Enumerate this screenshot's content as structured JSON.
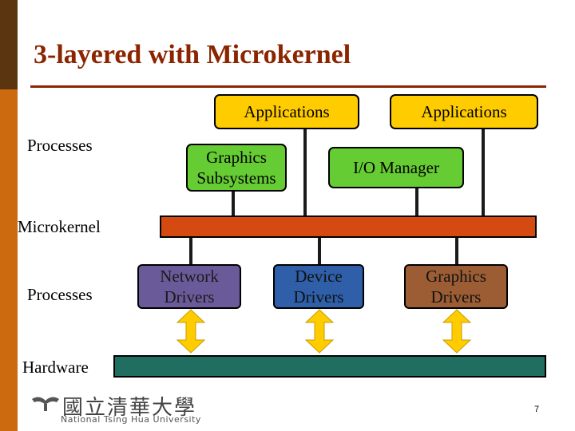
{
  "slide": {
    "title": "3-layered with Microkernel",
    "page_number": "7",
    "colors": {
      "title": "#8b2500",
      "applications": "#ffcc00",
      "managers": "#66cc33",
      "microkernel_bar": "#d54a10",
      "hardware_bar": "#1f6e60",
      "network_drivers": "#6b5a99",
      "device_drivers": "#2e5fa8",
      "graphics_drivers": "#9c5d34",
      "arrows": "#ffcc00"
    }
  },
  "labels": {
    "processes_top": "Processes",
    "microkernel": "Microkernel",
    "processes_bottom": "Processes",
    "hardware": "Hardware"
  },
  "boxes": {
    "applications_1": "Applications",
    "applications_2": "Applications",
    "graphics_subsystems": "Graphics Subsystems",
    "io_manager": "I/O Manager",
    "network_drivers": "Network Drivers",
    "device_drivers": "Device Drivers",
    "graphics_drivers": "Graphics Drivers"
  },
  "logo": {
    "chinese": "國立清華大學",
    "english": "National Tsing Hua University"
  }
}
